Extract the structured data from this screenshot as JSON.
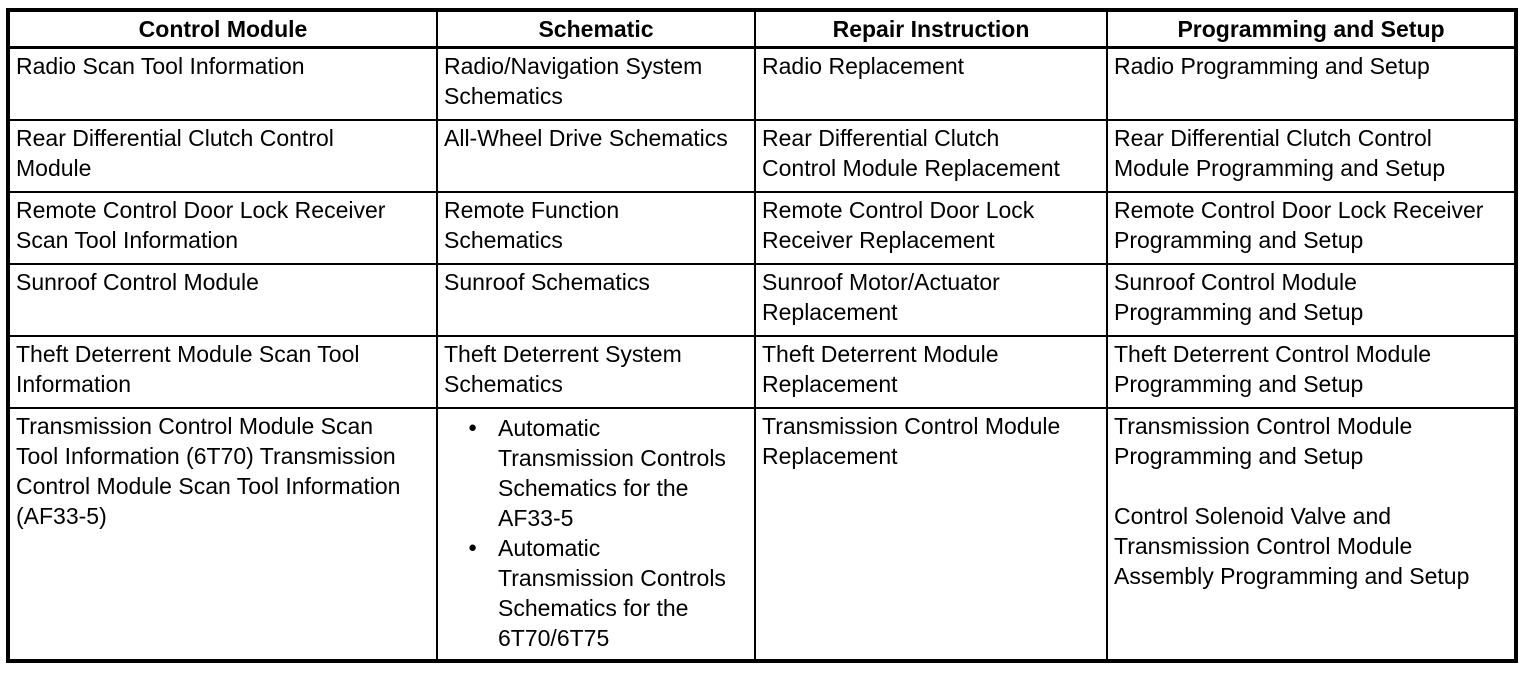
{
  "colors": {
    "background": "#ffffff",
    "border": "#000000",
    "text": "#000000"
  },
  "icons": {
    "bullet": "●"
  },
  "table": {
    "headers": [
      "Control Module",
      "Schematic",
      "Repair Instruction",
      "Programming and Setup"
    ],
    "rows": [
      {
        "control_module": "Radio Scan Tool Information",
        "schematic": "Radio/Navigation System Schematics",
        "repair_instruction": "Radio Replacement",
        "programming_setup": "Radio Programming and Setup"
      },
      {
        "control_module": "Rear Differential Clutch Control Module",
        "schematic": "All-Wheel Drive Schematics",
        "repair_instruction": "Rear Differential Clutch Control Module Replacement",
        "programming_setup": "Rear Differential Clutch Control Module Programming and Setup"
      },
      {
        "control_module": "Remote Control Door Lock Receiver Scan Tool Information",
        "schematic": "Remote Function Schematics",
        "repair_instruction": "Remote Control Door Lock Receiver Replacement",
        "programming_setup": "Remote Control Door Lock Receiver Programming and Setup"
      },
      {
        "control_module": "Sunroof Control Module",
        "schematic": "Sunroof Schematics",
        "repair_instruction": "Sunroof Motor/Actuator Replacement",
        "programming_setup": "Sunroof Control Module Programming and Setup"
      },
      {
        "control_module": "Theft Deterrent Module Scan Tool Information",
        "schematic": "Theft Deterrent System Schematics",
        "repair_instruction": "Theft Deterrent Module Replacement",
        "programming_setup": "Theft Deterrent Control Module Programming and Setup"
      },
      {
        "control_module": "Transmission Control Module Scan Tool Information (6T70) Transmission Control Module Scan Tool Information (AF33-5)",
        "schematic_items": [
          "Automatic Transmission Controls Schematics for the AF33-5",
          "Automatic Transmission Controls Schematics for the 6T70/6T75"
        ],
        "repair_instruction": "Transmission Control Module Replacement",
        "programming_setup_items": [
          "Transmission Control Module Programming and Setup",
          "Control Solenoid Valve and Transmission Control Module Assembly Programming and Setup"
        ]
      }
    ]
  }
}
